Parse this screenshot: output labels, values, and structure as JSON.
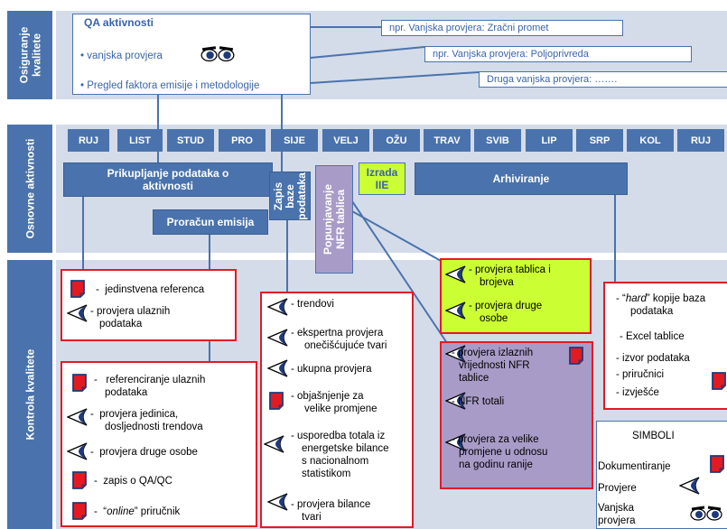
{
  "rows": {
    "quality_assurance": "Osiguranje kvalitete",
    "basic_activities": "Osnovne aktivnosti",
    "quality_control": "Kontrola kvalitete"
  },
  "qa_box": {
    "title": "QA aktivnosti",
    "item1": "• vanjska provjera",
    "item2": "• Pregled faktora emisije i metodologije"
  },
  "callouts": [
    "npr. Vanjska provjera: Zračni promet",
    "npr. Vanjska provjera: Poljoprivreda",
    "Druga vanjska provjera: ……."
  ],
  "months": [
    "RUJ",
    "LIST",
    "STUD",
    "PRO",
    "SIJE",
    "VELJ",
    "OŽU",
    "TRAV",
    "SVIB",
    "LIP",
    "SRP",
    "KOL",
    "RUJ"
  ],
  "activities": {
    "collection": "Prikupljanje podataka o aktivnosti",
    "calculation": "Proračun emisija",
    "database": "Zapis baze podataka",
    "nfr": "Popunjavanje NFR tablica",
    "iie": "Izrada IIE",
    "archive": "Arhiviranje"
  },
  "qc1": {
    "l1": "jedinstvena referenca",
    "l2a": "provjera ulaznih",
    "l2b": "podataka"
  },
  "qc2": {
    "l1a": "referenciranje ulaznih",
    "l1b": "podataka",
    "l2a": "provjera jedinica,",
    "l2b": "dosljednosti trendova",
    "l3": "provjera druge osobe",
    "l4": "zapis o QA/QC",
    "l5a": "“",
    "l5b": "online",
    "l5c": "” priručnik"
  },
  "qc3": {
    "l1": "trendovi",
    "l2a": "ekspertna provjera",
    "l2b": "onečišćujuće tvari",
    "l3": "ukupna provjera",
    "l4a": "objašnjenje za",
    "l4b": "velike promjene",
    "l5a": "usporedba totala iz",
    "l5b": "energetske bilance",
    "l5c": "s nacionalnom",
    "l5d": "statistikom",
    "l6a": "provjera bilance",
    "l6b": "tvari"
  },
  "qc4": {
    "l1a": "provjera tablica i",
    "l1b": "brojeva",
    "l2a": "provjera druge",
    "l2b": "osobe"
  },
  "qc5": {
    "l1a": "provjera izlaznih",
    "l1b": "vrijednosti NFR",
    "l1c": "tablice",
    "l2": "NFR totali",
    "l3a": "provjera za velike",
    "l3b": "promjene u odnosu",
    "l3c": "na godinu ranije"
  },
  "qc6": {
    "l1a": "“",
    "l1b": "hard",
    "l1c": "” kopije baza",
    "l1d": "podataka",
    "l2": "Excel tablice",
    "l3": "izvor podataka",
    "l4": "priručnici",
    "l5": "izvješće"
  },
  "legend": {
    "title": "SIMBOLI",
    "doc": "Dokumentiranje",
    "check": "Provjere",
    "external_a": "Vanjska",
    "external_b": "provjera"
  },
  "colors": {
    "band": "#d4dcea",
    "blue": "#4a73ad",
    "red": "#e21b23",
    "purple": "#a99bc8",
    "lime": "#ccff33",
    "doc_red": "#e21b23"
  }
}
